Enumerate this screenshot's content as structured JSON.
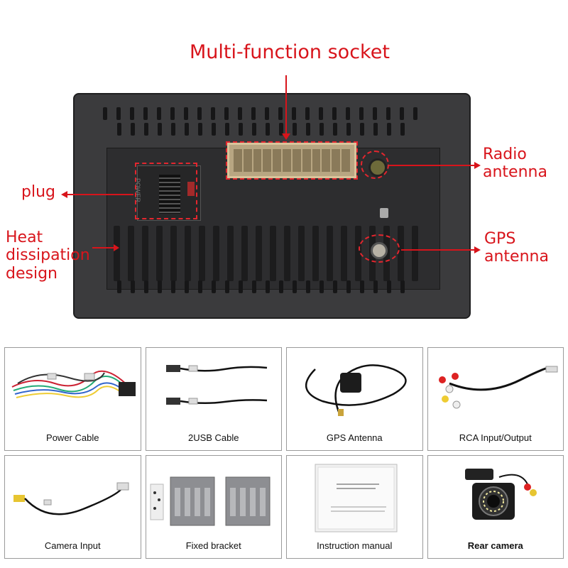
{
  "hero": {
    "title": "Multi-function socket",
    "callouts": {
      "radio": "Radio\nantenna",
      "plug": "plug",
      "gps": "GPS\nantenna",
      "heat": "Heat\ndissipation\ndesign"
    },
    "connector_label": "POWER"
  },
  "accessories": [
    {
      "caption": "Power Cable",
      "icon": "power-cable"
    },
    {
      "caption": "2USB  Cable",
      "icon": "usb-cable"
    },
    {
      "caption": "GPS  Antenna",
      "icon": "gps-antenna"
    },
    {
      "caption": "RCA Input/Output",
      "icon": "rca-cable"
    },
    {
      "caption": "Camera  Input",
      "icon": "camera-input-cable"
    },
    {
      "caption": "Fixed bracket",
      "icon": "bracket"
    },
    {
      "caption": "Instruction manual",
      "icon": "manual"
    },
    {
      "caption": "Rear camera",
      "icon": "rear-camera"
    }
  ],
  "colors": {
    "callout": "#d8141b",
    "unit": "#3b3b3d"
  }
}
